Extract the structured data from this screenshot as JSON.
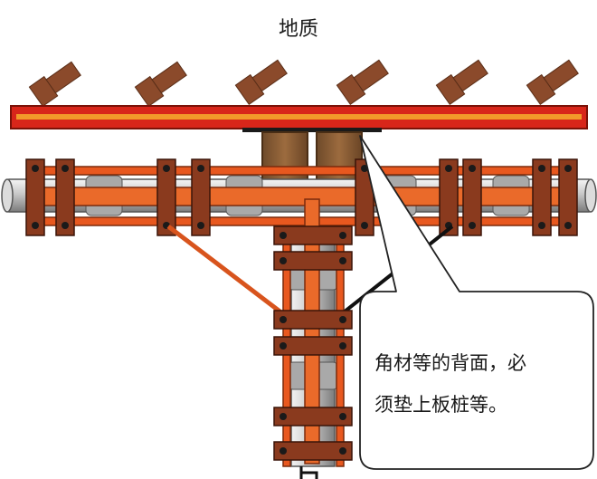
{
  "diagram": {
    "title": "地质",
    "callout": {
      "line1": "角材等的背面，必",
      "line2": "须垫上板桩等。"
    }
  }
}
